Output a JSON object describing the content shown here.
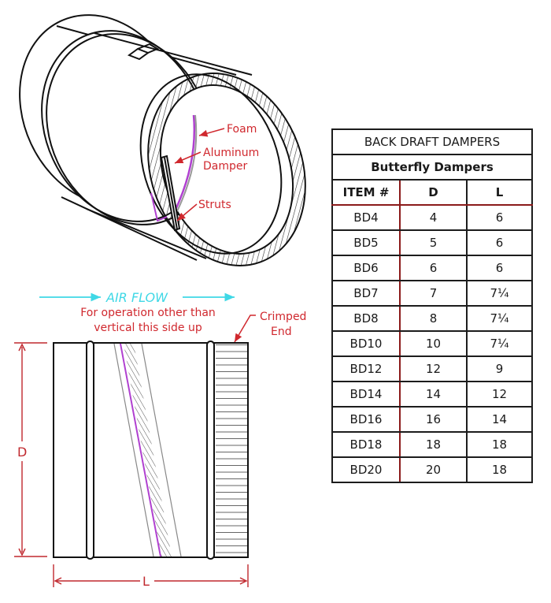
{
  "diagram": {
    "labels": {
      "foam": "Foam",
      "aluminum_damper_line1": "Aluminum",
      "aluminum_damper_line2": "Damper",
      "struts": "Struts",
      "air_flow": "AIR FLOW",
      "orientation_line1": "For operation other than",
      "orientation_line2": "vertical this side up",
      "crimped_line1": "Crimped",
      "crimped_line2": "End",
      "dim_d": "D",
      "dim_l": "L"
    },
    "colors": {
      "annotation_red": "#d0282e",
      "air_flow_cyan": "#3fd8e6",
      "foam_purple": "#b040d0",
      "table_divider_red": "#8b1a1a"
    }
  },
  "table": {
    "title": "BACK DRAFT DAMPERS",
    "subtitle": "Butterfly Dampers",
    "columns": [
      "ITEM #",
      "D",
      "L"
    ],
    "rows": [
      [
        "BD4",
        "4",
        "6"
      ],
      [
        "BD5",
        "5",
        "6"
      ],
      [
        "BD6",
        "6",
        "6"
      ],
      [
        "BD7",
        "7",
        "7¼"
      ],
      [
        "BD8",
        "8",
        "7¼"
      ],
      [
        "BD10",
        "10",
        "7¼"
      ],
      [
        "BD12",
        "12",
        "9"
      ],
      [
        "BD14",
        "14",
        "12"
      ],
      [
        "BD16",
        "16",
        "14"
      ],
      [
        "BD18",
        "18",
        "18"
      ],
      [
        "BD20",
        "20",
        "18"
      ]
    ]
  }
}
